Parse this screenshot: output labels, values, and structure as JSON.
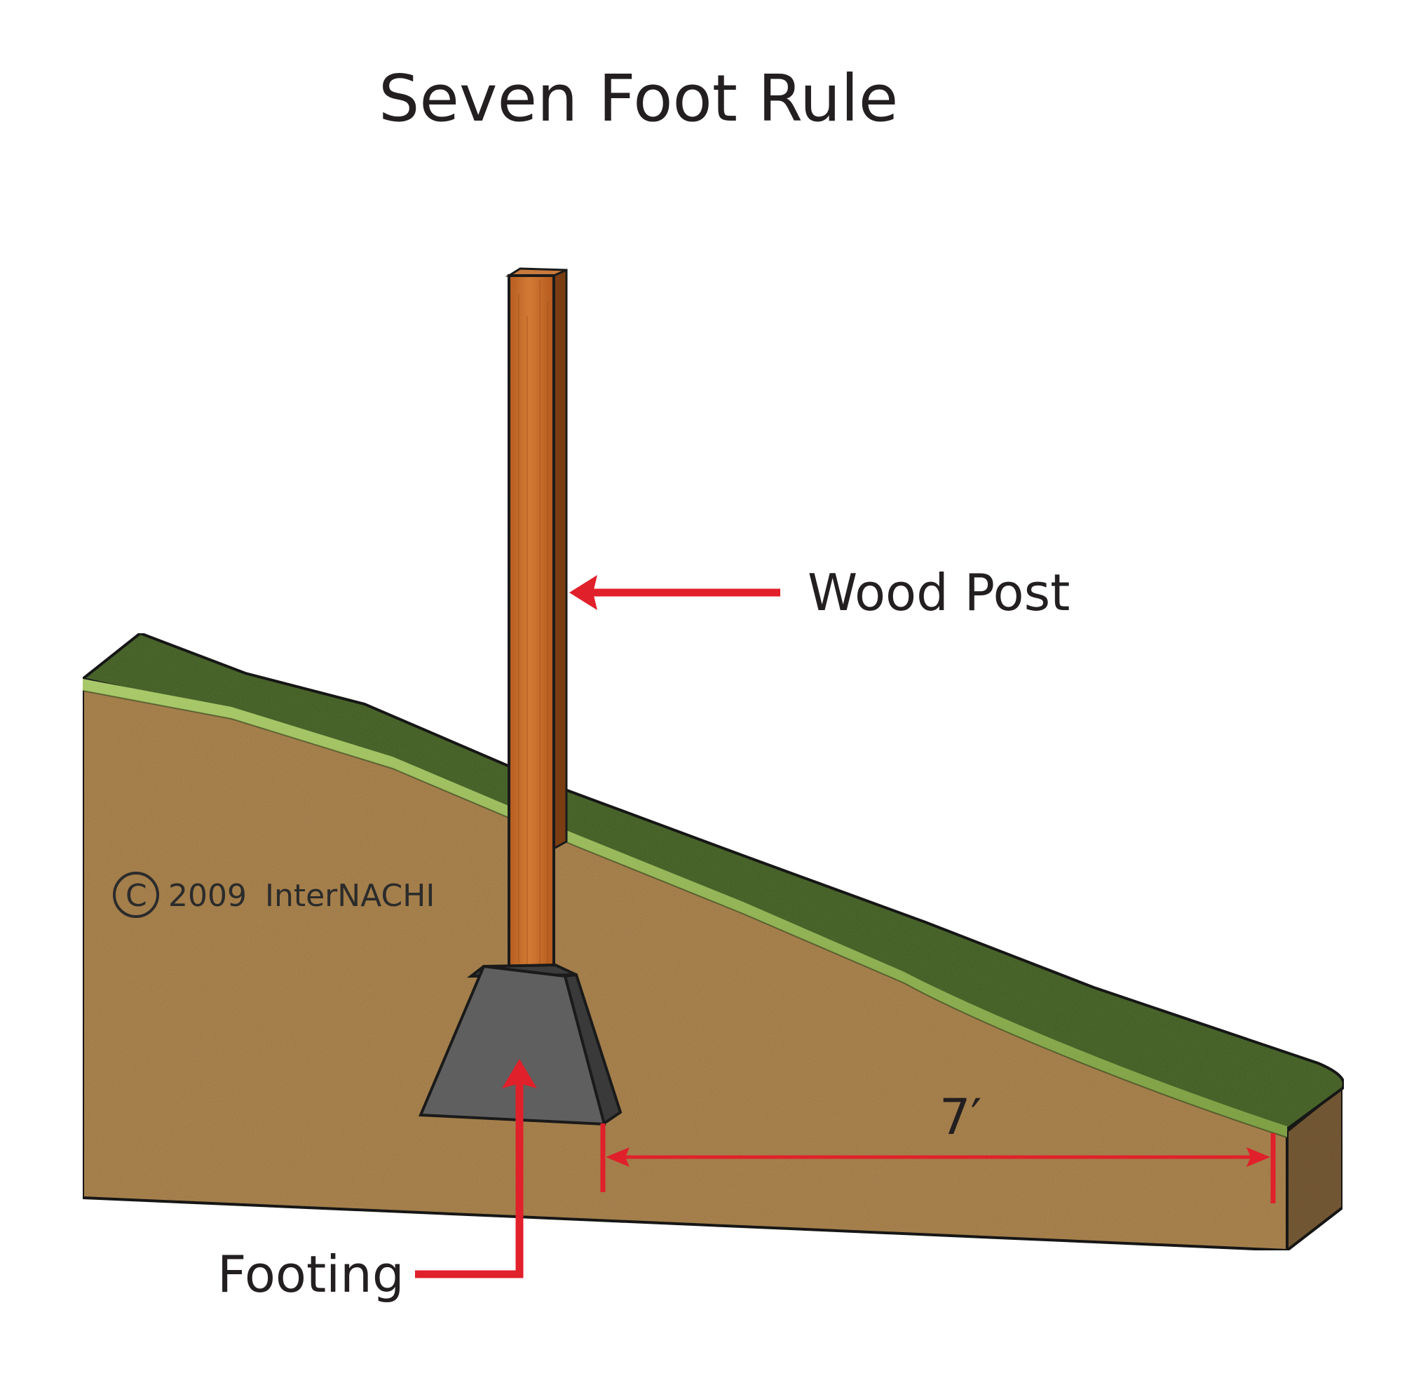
{
  "title": "Seven Foot Rule",
  "labels": {
    "wood_post": "Wood Post",
    "footing": "Footing",
    "dimension": "7′",
    "copyright_symbol": "C",
    "copyright_year": "2009",
    "copyright_owner": "InterNACHI"
  },
  "colors": {
    "soil": "#b08b55",
    "soil_side": "#7a5f3a",
    "grass": "#4f6b2f",
    "grass_edge": "#9fbf5a",
    "post": "#c56a28",
    "post_side": "#7a3d12",
    "footing_front": "#5f5f5f",
    "footing_top": "#3d3d3d",
    "arrow": "#e0202a",
    "text": "#231f20"
  }
}
